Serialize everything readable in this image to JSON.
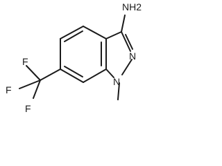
{
  "molecule": {
    "atoms": {
      "amine": "NH2",
      "n2": "N",
      "n1": "N",
      "f_top": "F",
      "f_left": "F",
      "f_bottom": "F"
    },
    "colors": {
      "ink": "#1a1a1a",
      "background": "#ffffff"
    }
  }
}
